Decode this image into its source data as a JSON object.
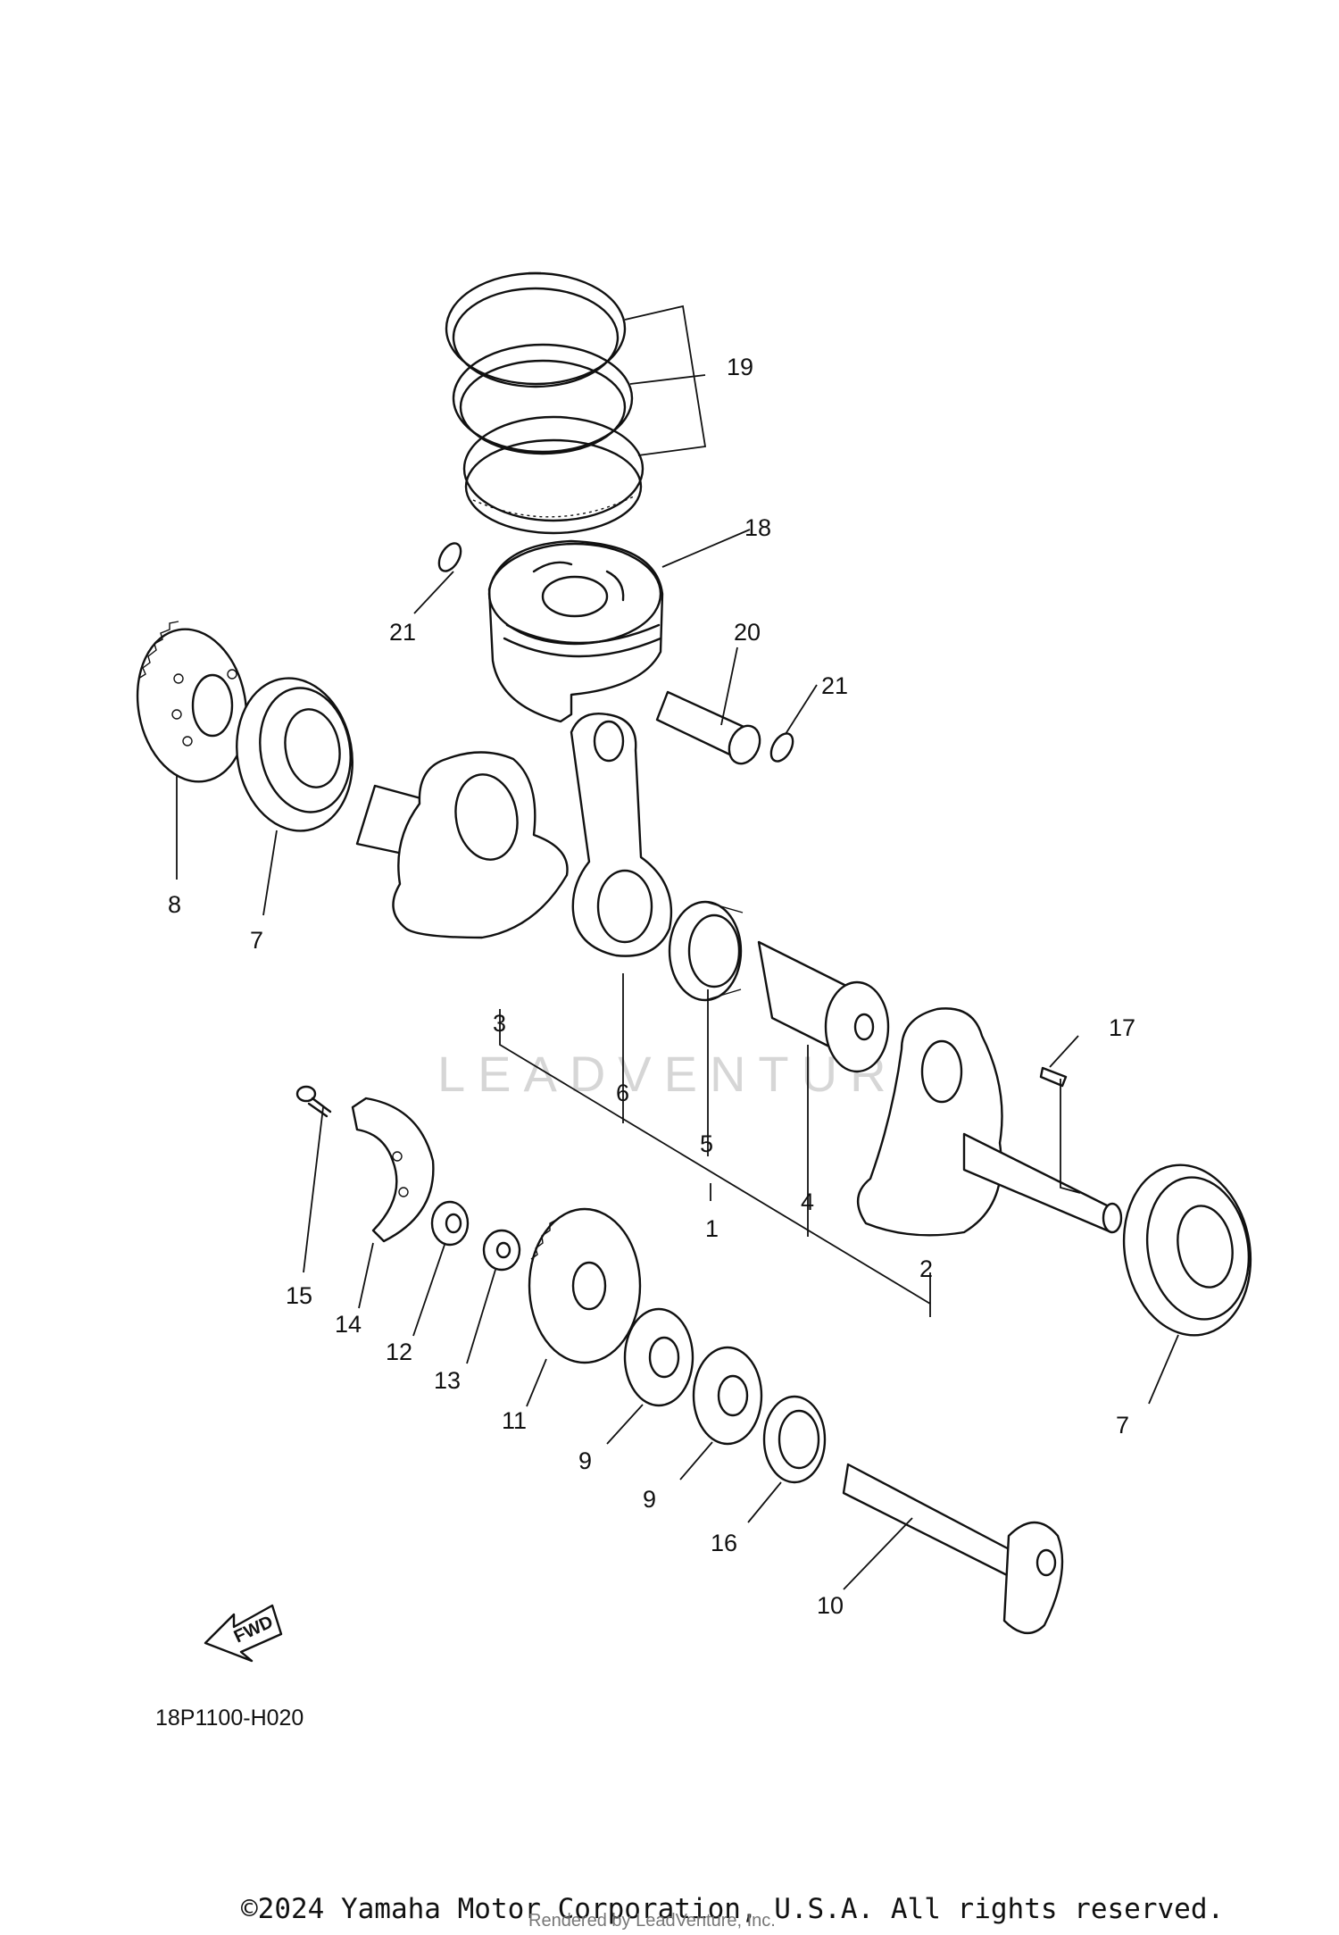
{
  "watermark": "LEADVENTURE",
  "diagram_code": "18P1100-H020",
  "fwd_label": "FWD",
  "copyright": "©2024 Yamaha Motor Corporation, U.S.A. All rights reserved.",
  "rendered_by": "Rendered by LeadVenture, Inc.",
  "callouts": [
    "1",
    "2",
    "3",
    "4",
    "5",
    "6",
    "7",
    "7",
    "8",
    "9",
    "9",
    "10",
    "11",
    "12",
    "13",
    "14",
    "15",
    "16",
    "17",
    "18",
    "19",
    "20",
    "21",
    "21"
  ]
}
